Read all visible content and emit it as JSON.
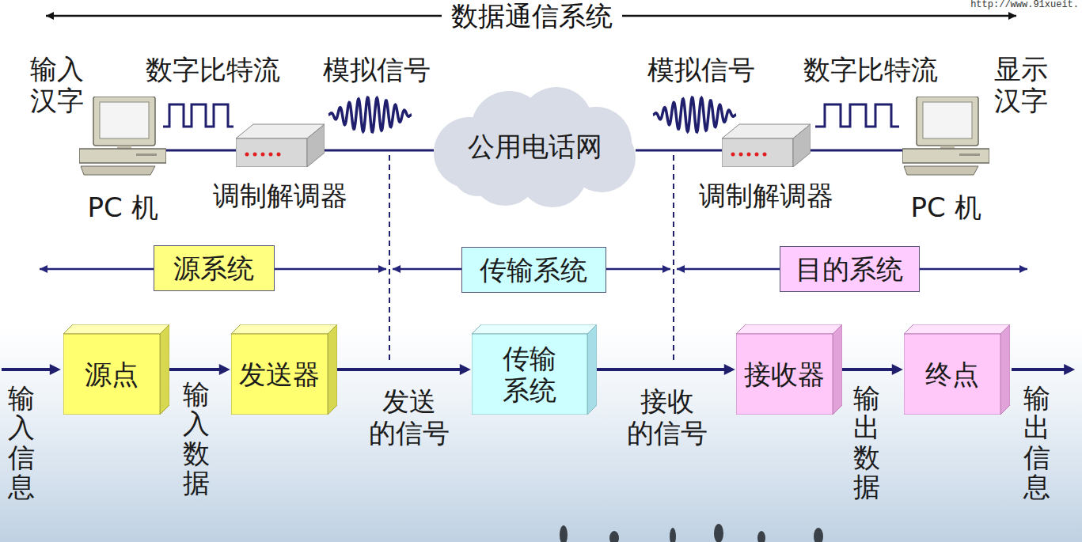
{
  "diagram": {
    "title": "数据通信系统",
    "nodes": [
      {
        "text": [
          "PC 机"
        ]
      },
      {
        "text": [
          "调制解调器"
        ]
      },
      {
        "text": [
          "公用电话网"
        ]
      },
      {
        "text": [
          "调制解调器"
        ]
      },
      {
        "text": [
          "PC 机"
        ]
      },
      {
        "text": [
          "源系统"
        ]
      },
      {
        "text": [
          "传输系统"
        ]
      },
      {
        "text": [
          "目的系统"
        ]
      },
      {
        "text": [
          "源点"
        ]
      },
      {
        "text": [
          "发送器"
        ]
      },
      {
        "text": [
          "传输 系统"
        ]
      },
      {
        "text": [
          "接收器"
        ]
      },
      {
        "text": [
          "终点"
        ]
      }
    ],
    "edges": [
      {
        "from": 0,
        "to": 1,
        "arrow": "none"
      },
      {
        "from": 1,
        "to": 2,
        "arrow": "none"
      },
      {
        "from": 2,
        "to": 3,
        "arrow": "none"
      },
      {
        "from": 3,
        "to": 4,
        "arrow": "none"
      },
      {
        "from": 8,
        "to": 9,
        "arrow": "to"
      },
      {
        "from": 9,
        "to": 10,
        "arrow": "to"
      },
      {
        "from": 10,
        "to": 11,
        "arrow": "to"
      },
      {
        "from": 11,
        "to": 12,
        "arrow": "to"
      }
    ],
    "labels": [
      "输入 汉字",
      "数字比特流",
      "模拟信号",
      "模拟信号",
      "数字比特流",
      "显示 汉字",
      "输入信息",
      "输入数据",
      "发送 的信号",
      "接收 的信号",
      "输出数据",
      "输出信息",
      "http://www.91xueit."
    ]
  }
}
